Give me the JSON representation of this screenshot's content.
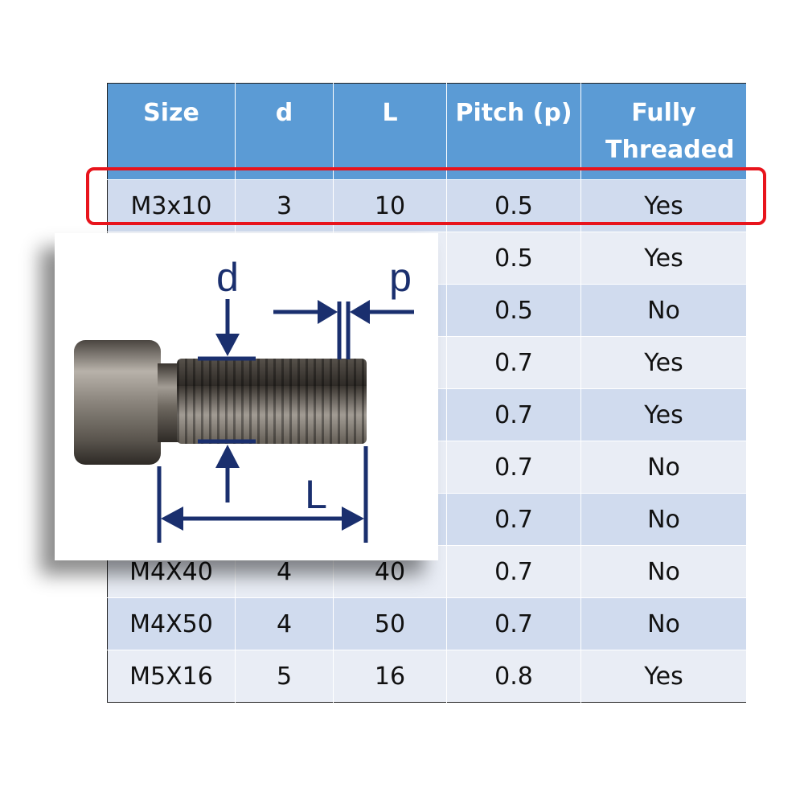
{
  "table": {
    "headers": [
      "Size",
      "d",
      "L",
      "Pitch (p)",
      "Fully Threaded"
    ],
    "rows": [
      [
        "M3x10",
        "3",
        "10",
        "0.5",
        "Yes"
      ],
      [
        "",
        "",
        "",
        "0.5",
        "Yes"
      ],
      [
        "",
        "",
        "",
        "0.5",
        "No"
      ],
      [
        "",
        "",
        "",
        "0.7",
        "Yes"
      ],
      [
        "",
        "",
        "",
        "0.7",
        "Yes"
      ],
      [
        "",
        "",
        "",
        "0.7",
        "No"
      ],
      [
        "",
        "",
        "",
        "0.7",
        "No"
      ],
      [
        "M4X40",
        "4",
        "40",
        "0.7",
        "No"
      ],
      [
        "M4X50",
        "4",
        "50",
        "0.7",
        "No"
      ],
      [
        "M5X16",
        "5",
        "16",
        "0.8",
        "Yes"
      ]
    ]
  },
  "diagram": {
    "label_d": "d",
    "label_p": "p",
    "label_L": "L"
  },
  "colors": {
    "header": "#5b9bd5",
    "highlight": "#e8141c",
    "dimension": "#1a2f6e"
  }
}
